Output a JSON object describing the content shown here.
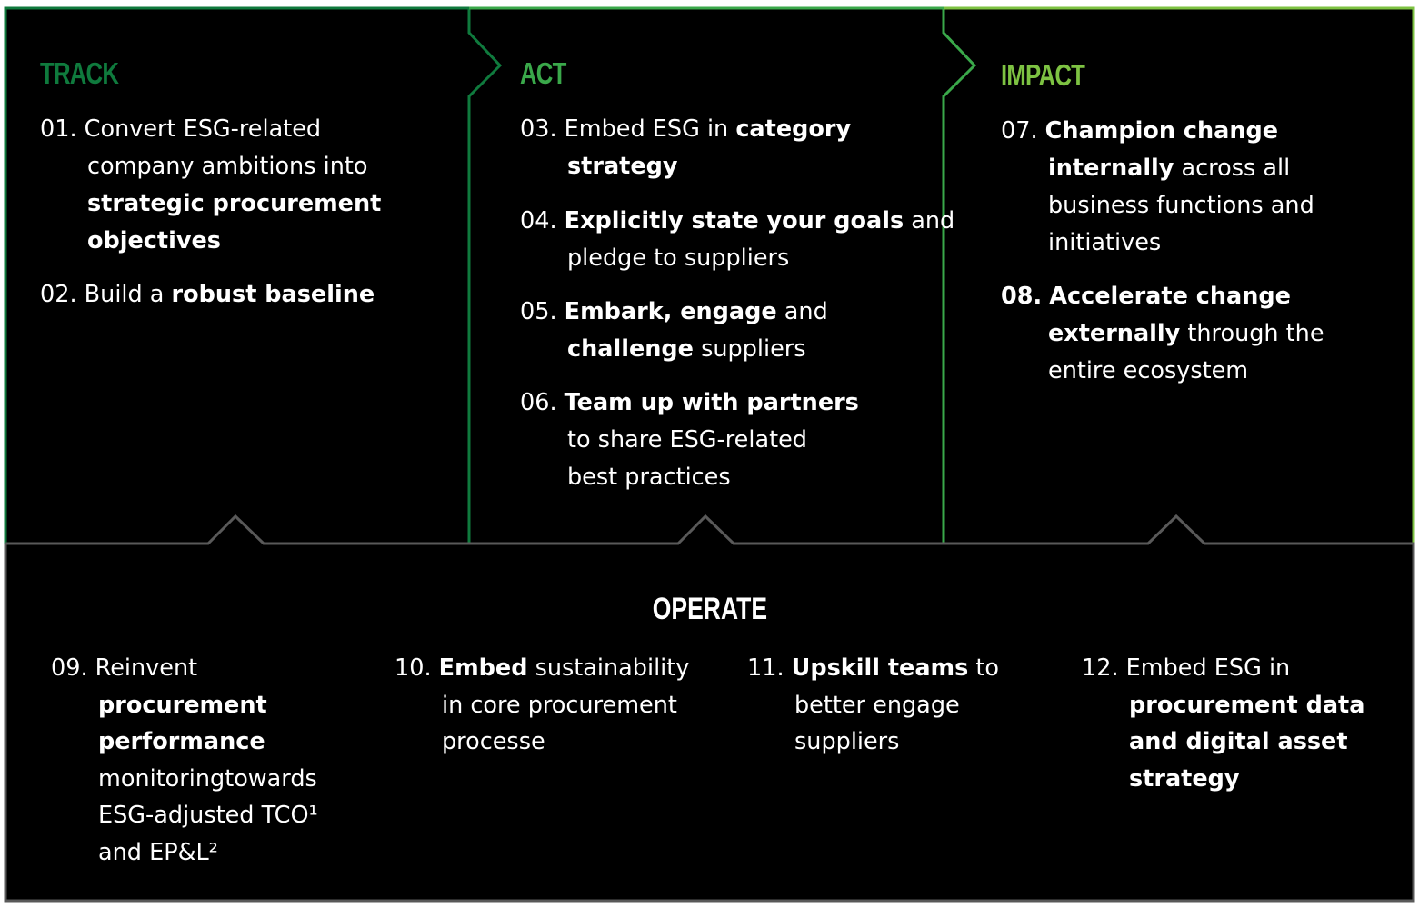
{
  "colors": {
    "background": "#000000",
    "page": "#ffffff",
    "track": "#0f7a3d",
    "act": "#3aa84a",
    "impact": "#7dc242",
    "operate_border": "#595959",
    "text": "#ffffff"
  },
  "track": {
    "title": "TRACK",
    "items": [
      {
        "num": "01.",
        "lines": [
          [
            "Convert ESG-related",
            ""
          ],
          [
            "company ambitions into",
            ""
          ],
          [
            "",
            "strategic procurement"
          ],
          [
            "",
            "objectives"
          ]
        ]
      },
      {
        "num": "02.",
        "lines": [
          [
            "Build a ",
            "robust baseline"
          ]
        ]
      }
    ]
  },
  "act": {
    "title": "ACT",
    "items": [
      {
        "num": "03.",
        "text_1": "Embed ESG in ",
        "bold_1": "category",
        "bold_2": "strategy"
      },
      {
        "num": "04.",
        "bold_1": "Explicitly state your goals",
        "text_1": " and",
        "text_2": "pledge to suppliers"
      },
      {
        "num": "05.",
        "bold_1": "Embark, engage",
        "text_1": " and",
        "bold_2": "challenge",
        "text_2": " suppliers"
      },
      {
        "num": "06.",
        "bold_1": "Team up with partners",
        "text_1": "to share ESG-related",
        "text_2": "best practices"
      }
    ]
  },
  "impact": {
    "title": "IMPACT",
    "items": [
      {
        "num": "07.",
        "bold_1": "Champion change",
        "bold_2": "internally",
        "text_1": " across all",
        "text_2": "business functions and",
        "text_3": "initiatives"
      },
      {
        "num": "08.",
        "bold_1": "Accelerate change",
        "bold_2": "externally",
        "text_1": " through the",
        "text_2": "entire ecosystem"
      }
    ]
  },
  "operate": {
    "title": "OPERATE",
    "items": [
      {
        "num": "09.",
        "text_1": "Reinvent",
        "bold_1": "procurement",
        "bold_2": "performance",
        "text_2": "monitoringtowards",
        "text_3": "ESG-adjusted TCO¹",
        "text_4": "and EP&L²"
      },
      {
        "num": "10.",
        "bold_1": "Embed",
        "text_1": " sustainability",
        "text_2": "in core procurement",
        "text_3": "processe"
      },
      {
        "num": "11.",
        "bold_1": "Upskill teams",
        "text_1": " to",
        "text_2": "better engage",
        "text_3": "suppliers"
      },
      {
        "num": "12.",
        "text_1": "Embed ESG in",
        "bold_1": "procurement data",
        "bold_2": "and digital asset",
        "bold_3": "strategy"
      }
    ]
  }
}
